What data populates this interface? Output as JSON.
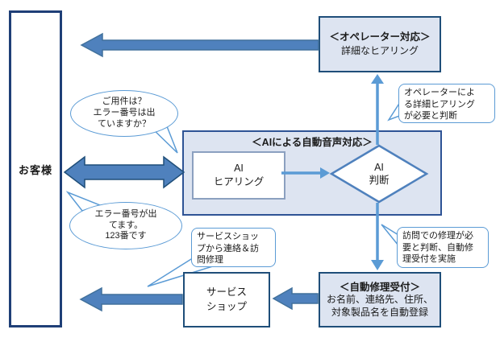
{
  "colors": {
    "navy_border": "#1f4e79",
    "block_arrow_fill": "#4f81bd",
    "block_arrow_stroke": "#41719c",
    "connector_blue": "#5b9bd5",
    "panel_fill": "#dde4f1",
    "ai_box_border": "#2e5395"
  },
  "customer": {
    "label": "お客様"
  },
  "operator": {
    "title": "＜オペレーター対応＞",
    "subtitle": "詳細なヒアリング"
  },
  "ai_section": {
    "title": "＜AIによる自動音声対応＞",
    "hearing": {
      "lines": [
        "AI",
        "ヒアリング"
      ]
    },
    "judge": {
      "lines": [
        "AI",
        "判断"
      ]
    }
  },
  "auto_repair": {
    "title": "＜自動修理受付＞",
    "lines": [
      "お名前、連絡先、住所、",
      "対象製品名を自動登録"
    ]
  },
  "service_shop": {
    "lines": [
      "サービス",
      "ショップ"
    ]
  },
  "bubbles": {
    "question": {
      "lines": [
        "ご用件は？",
        "エラー番号は出",
        "ていますか？"
      ]
    },
    "answer": {
      "lines": [
        "エラー番号が出",
        "てます。",
        "123番です"
      ]
    }
  },
  "callouts": {
    "operator_decision": {
      "lines": [
        "オペレーターによ",
        "る詳細ヒアリング",
        "が必要と判断"
      ]
    },
    "service_shop": {
      "lines": [
        "サービスショッ",
        "プから連絡＆訪",
        "問修理"
      ]
    },
    "visit_repair": {
      "lines": [
        "訪問での修理が必",
        "要と判断、自動修",
        "理受付を実施"
      ]
    }
  }
}
